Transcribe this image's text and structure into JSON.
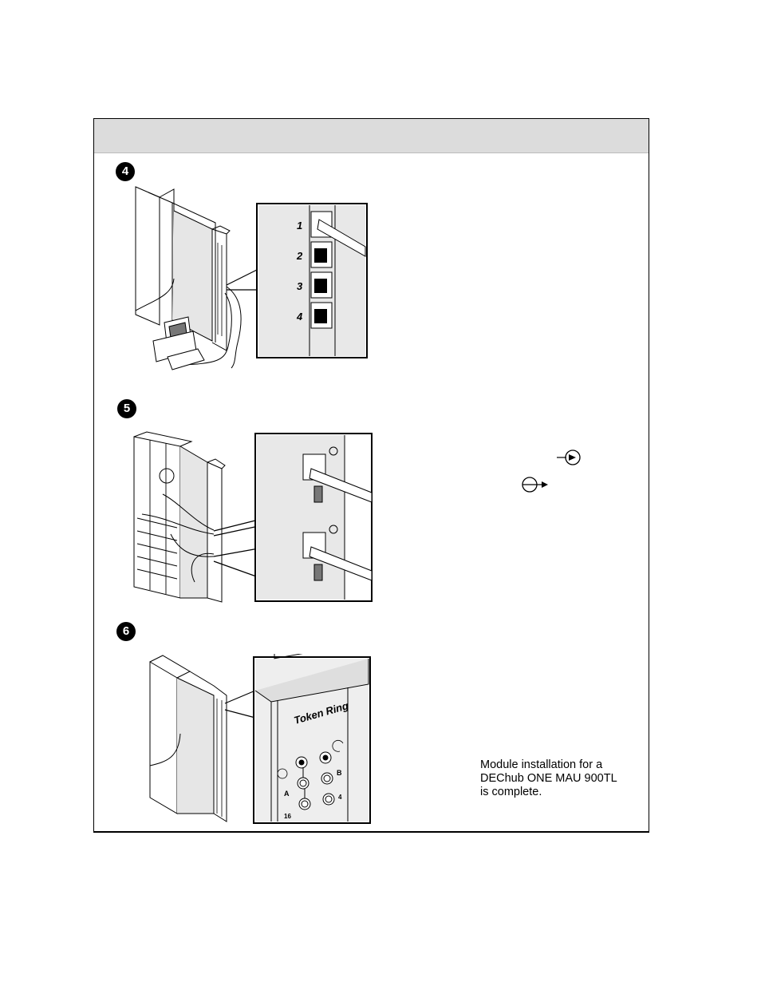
{
  "steps": [
    {
      "number": "4"
    },
    {
      "number": "5"
    },
    {
      "number": "6"
    }
  ],
  "step4": {
    "port_labels": [
      "1",
      "2",
      "3",
      "4"
    ]
  },
  "step6": {
    "panel_title": "Token Ring",
    "indicator_labels": {
      "a": "A",
      "b": "B",
      "s16": "16",
      "s4": "4"
    }
  },
  "completion_note": {
    "lines": [
      "Module installation for a",
      "DEChub ONE MAU 900TL",
      "is complete."
    ]
  },
  "icons": [
    "step-badge",
    "hub-illustration",
    "rj45-port-icon",
    "tx-arrow-icon",
    "rx-arrow-icon",
    "led-indicator-icon"
  ]
}
